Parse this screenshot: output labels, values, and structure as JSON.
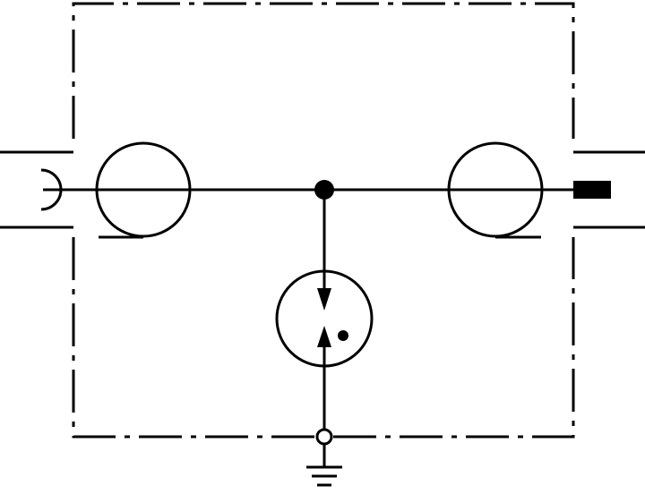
{
  "diagram": {
    "type": "schematic",
    "description_free": true,
    "elements": [
      {
        "id": "left-connector",
        "symbol": "female-jack"
      },
      {
        "id": "left-inductor",
        "symbol": "ferrite-ring"
      },
      {
        "id": "junction",
        "symbol": "node"
      },
      {
        "id": "right-inductor",
        "symbol": "ferrite-ring"
      },
      {
        "id": "right-connector",
        "symbol": "male-plug"
      },
      {
        "id": "gas-discharge-tube",
        "symbol": "gas-arrester"
      },
      {
        "id": "ground-terminal",
        "symbol": "open-terminal"
      },
      {
        "id": "ground",
        "symbol": "earth"
      }
    ],
    "colors": {
      "line": "#000000",
      "background": "#ffffff"
    }
  }
}
